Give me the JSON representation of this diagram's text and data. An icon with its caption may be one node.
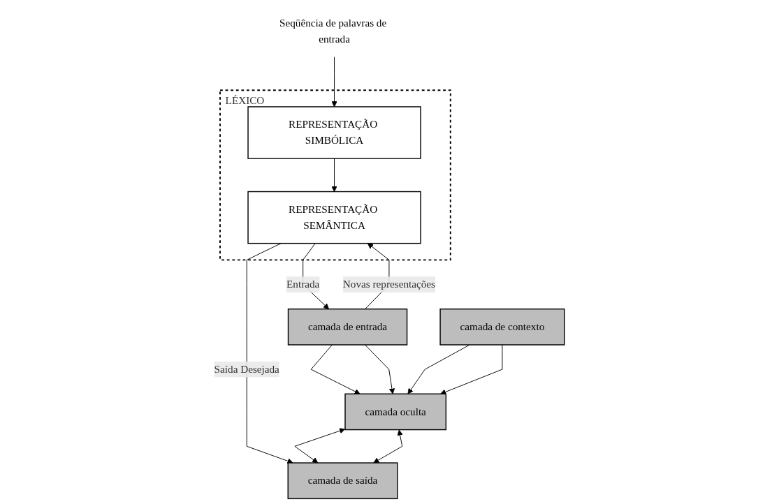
{
  "diagram": {
    "nodes": [
      {
        "text": [
          "Seqüência de palavras de entrada"
        ]
      },
      {
        "text": [
          "LÉXICO"
        ]
      },
      {
        "text": [
          "REPRESENTAÇÃO SIMBÓLICA"
        ],
        "in": 1
      },
      {
        "text": [
          "REPRESENTAÇÃO SEMÂNTICA"
        ],
        "in": 1
      },
      {
        "text": [
          "camada de entrada"
        ]
      },
      {
        "text": [
          "camada oculta"
        ]
      },
      {
        "text": [
          "camada de contexto"
        ]
      },
      {
        "text": [
          "camada de saída"
        ]
      }
    ],
    "edges": [
      {
        "from": 0,
        "to": 2,
        "arrow": "to"
      },
      {
        "from": 2,
        "to": 3,
        "arrow": "to"
      },
      {
        "from": 4,
        "to": 3,
        "arrow": "to",
        "label": "Novas representações"
      },
      {
        "from": 3,
        "to": 4,
        "arrow": "to",
        "label": "Entrada"
      },
      {
        "from": 3,
        "to": 7,
        "arrow": "to",
        "label": "Saída Desejada"
      },
      {
        "from": 4,
        "to": 5,
        "arrow": "to"
      },
      {
        "from": 4,
        "to": 5,
        "arrow": "to"
      },
      {
        "from": 6,
        "to": 5,
        "arrow": "to"
      },
      {
        "from": 6,
        "to": 5,
        "arrow": "to"
      },
      {
        "from": 5,
        "to": 7,
        "arrow": "both"
      },
      {
        "from": 5,
        "to": 7,
        "arrow": "both"
      }
    ]
  }
}
